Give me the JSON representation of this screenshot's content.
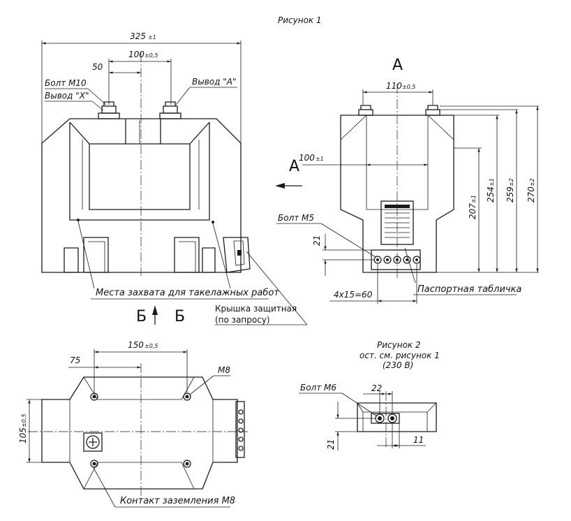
{
  "figure1": {
    "title": "Рисунок 1",
    "dim_325": "325",
    "tol_325": "±1",
    "dim_100": "100",
    "tol_100": "±0,5",
    "dim_50": "50",
    "bolt_m10": "Болт  М10",
    "terminal_x": "Вывод  \"Х\"",
    "terminal_a": "Вывод  \"А\"",
    "view_a": "А",
    "section_a": "А",
    "view_b_left": "Б",
    "view_b_right": "Б",
    "dim_110": "110",
    "tol_110": "±0,5",
    "dim_100_side": "100",
    "tol_100_side": "±1",
    "bolt_m5": "Болт  М5",
    "dim_21": "21",
    "dim_4x15": "4х15=60",
    "dim_207": "207",
    "tol_207": "±1",
    "dim_254": "254",
    "tol_254": "±1",
    "dim_259": "259",
    "tol_259": "±2",
    "dim_270": "270",
    "tol_270": "±2",
    "rigging_label": "Места захвата для такелажных работ",
    "nameplate_label": "Паспортная табличка",
    "cover_label_1": "Крышка защитная",
    "cover_label_2": "(по запросу)"
  },
  "bottom_view": {
    "dim_150": "150",
    "tol_150": "±0,5",
    "dim_75": "75",
    "m8": "М8",
    "dim_105": "105",
    "tol_105": "±0,5",
    "ground_label": "Контакт заземления М8"
  },
  "figure2": {
    "title": "Рисунок 2",
    "subtitle_1": "ост. см. рисунок 1",
    "subtitle_2": "(230 В)",
    "bolt_m6": "Болт  М6",
    "dim_22": "22",
    "dim_21": "21",
    "dim_11": "11"
  }
}
